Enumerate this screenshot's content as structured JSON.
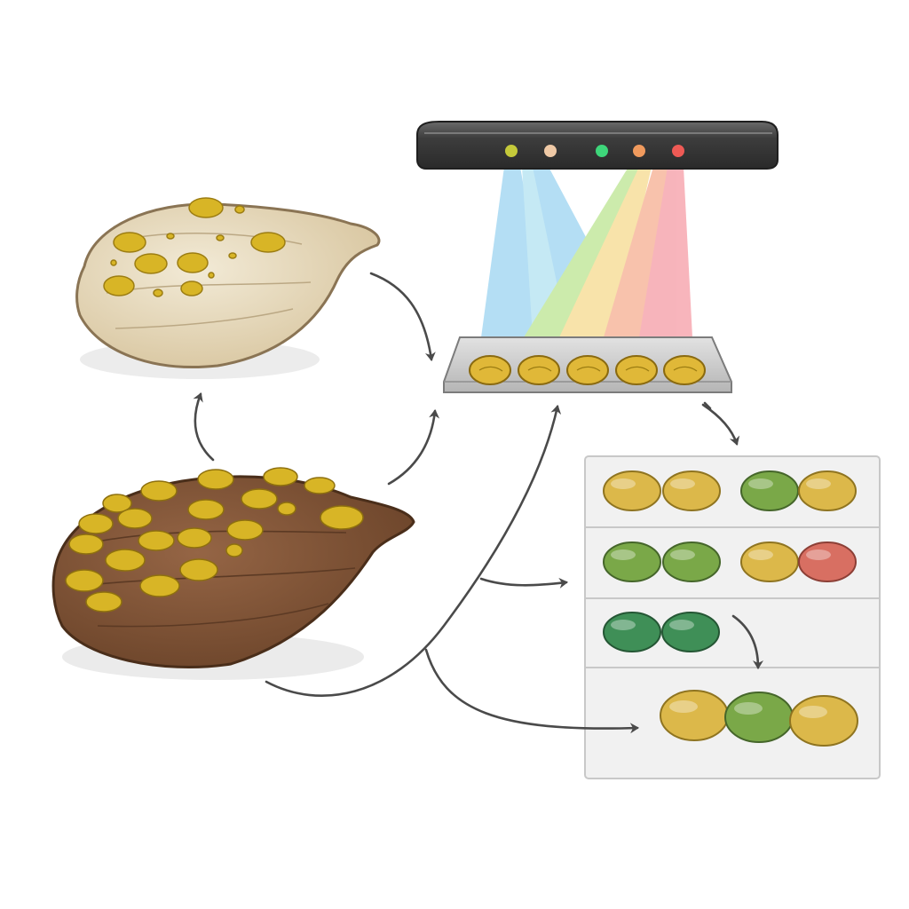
{
  "diagram": {
    "colors": {
      "background": "#ffffff",
      "arrow": "#4a4a4a",
      "seed_light_body": "#e6d9bd",
      "seed_dark_body": "#7d5236",
      "spot_yellow": "#d8b526",
      "scanner_bar": "#3d3d3d",
      "tray": "#c9c9c9",
      "panel_bg": "#f1f1f1",
      "panel_border": "#c8c8c8",
      "grain_yellow": "#dcb84a",
      "grain_green": "#7aa848",
      "grain_dark_green": "#3f8f57",
      "grain_red": "#d86f62"
    },
    "scanner": {
      "indicator_lights": [
        "#c4c93a",
        "#efc9a6",
        "#3ed67a",
        "#f09a5d",
        "#ee5a55"
      ],
      "beam_colors": [
        "#5ab8e8",
        "#7fd0e8",
        "#8fd34a",
        "#f1c344",
        "#f07a4a",
        "#ef5a6b"
      ],
      "tray_seed_count": 5
    },
    "sorting_panel": {
      "rows": [
        [
          "yellow",
          "yellow",
          "green",
          "yellow"
        ],
        [
          "green",
          "green",
          "yellow",
          "red"
        ],
        [
          "dark-green",
          "dark-green"
        ],
        [
          "yellow",
          "green",
          "yellow"
        ]
      ]
    }
  }
}
